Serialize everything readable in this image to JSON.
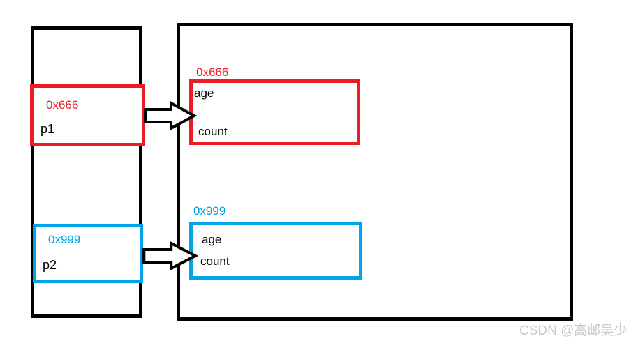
{
  "colors": {
    "red": "#ED1C24",
    "blue": "#00A2E8",
    "black": "#000000",
    "watermark_gray": "#C9C9C9"
  },
  "stack": {
    "pointers": [
      {
        "name": "p1",
        "address": "0x666",
        "color": "#ED1C24"
      },
      {
        "name": "p2",
        "address": "0x999",
        "color": "#00A2E8"
      }
    ]
  },
  "heap": {
    "objects": [
      {
        "address": "0x666",
        "color": "#ED1C24",
        "fields": [
          "age",
          "count"
        ]
      },
      {
        "address": "0x999",
        "color": "#00A2E8",
        "fields": [
          "age",
          "count"
        ]
      }
    ]
  },
  "watermark": "CSDN @高邮吴少"
}
